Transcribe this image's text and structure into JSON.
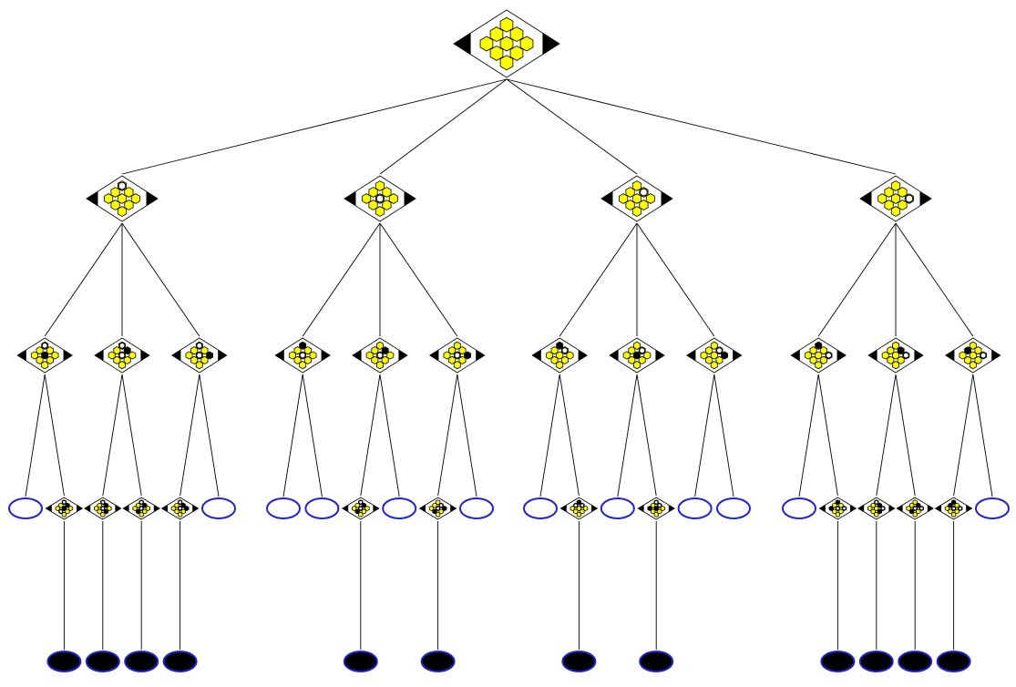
{
  "colors": {
    "background": "#ffffff",
    "edge": "#000000",
    "board_fill": "#ffffff",
    "board_corner": "#000000",
    "hex_fill": "#ffff00",
    "hex_stroke": "#000000",
    "stone_white": "#ffffff",
    "stone_black": "#000000",
    "stone_ring": "#000000",
    "open_leaf_stroke": "#2222cc",
    "open_leaf_fill": "#ffffff",
    "terminal_leaf_fill": "#000000",
    "terminal_leaf_stroke": "#2222cc"
  },
  "tree": {
    "state": "",
    "children": [
      {
        "state": "W........",
        "children": [
          {
            "state": "W...B....",
            "children": [
              {
                "leaf": "open"
              },
              {
                "state": "WB..B..W.",
                "children": [
                  {
                    "leaf": "terminal"
                  }
                ]
              }
            ]
          },
          {
            "state": "WB..W....",
            "children": [
              {
                "state": "WB..WB...",
                "children": [
                  {
                    "leaf": "terminal"
                  }
                ]
              },
              {
                "state": "WB..W..B.",
                "children": [
                  {
                    "leaf": "terminal"
                  }
                ]
              }
            ]
          },
          {
            "state": "W.B.W....",
            "children": [
              {
                "state": "WBB.W....",
                "children": [
                  {
                    "leaf": "terminal"
                  }
                ]
              },
              {
                "leaf": "open"
              }
            ]
          }
        ]
      },
      {
        "state": "....W....",
        "children": [
          {
            "state": "B...W....",
            "children": [
              {
                "leaf": "open"
              },
              {
                "leaf": "open"
              }
            ]
          },
          {
            "state": ".B..W....",
            "children": [
              {
                "state": "WB..W..B.",
                "children": [
                  {
                    "leaf": "terminal"
                  }
                ]
              },
              {
                "leaf": "open"
              }
            ]
          },
          {
            "state": "..B.W....",
            "children": [
              {
                "state": ".WB.W..B.",
                "children": [
                  {
                    "leaf": "terminal"
                  }
                ]
              },
              {
                "leaf": "open"
              }
            ]
          }
        ]
      },
      {
        "state": ".W.......",
        "children": [
          {
            "state": "BW.......",
            "children": [
              {
                "leaf": "open"
              },
              {
                "state": "BW.W.....",
                "children": [
                  {
                    "leaf": "terminal"
                  }
                ]
              }
            ]
          },
          {
            "state": ".W..B....",
            "children": [
              {
                "leaf": "open"
              },
              {
                "state": "WW..B.B..",
                "children": [
                  {
                    "leaf": "terminal"
                  }
                ]
              }
            ]
          },
          {
            "state": ".WB......",
            "children": [
              {
                "leaf": "open"
              },
              {
                "leaf": "open"
              }
            ]
          }
        ]
      },
      {
        "state": "..W......",
        "children": [
          {
            "state": "B.W......",
            "children": [
              {
                "leaf": "open"
              },
              {
                "state": "B.W.W.B..",
                "children": [
                  {
                    "leaf": "terminal"
                  }
                ]
              }
            ]
          },
          {
            "state": ".BW......",
            "children": [
              {
                "state": "WBW..B...",
                "children": [
                  {
                    "leaf": "terminal"
                  }
                ]
              },
              {
                "state": ".BW.W..B.",
                "children": [
                  {
                    "leaf": "terminal"
                  }
                ]
              }
            ]
          },
          {
            "state": "..WB.....",
            "children": [
              {
                "state": "B.WBW....",
                "children": [
                  {
                    "leaf": "terminal"
                  }
                ]
              },
              {
                "leaf": "open"
              }
            ]
          }
        ]
      }
    ]
  }
}
